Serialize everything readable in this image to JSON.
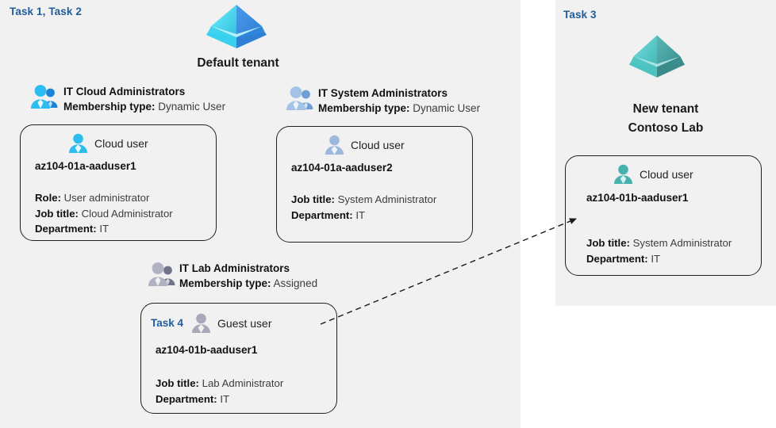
{
  "panels": {
    "left": {
      "task_label": "Task 1, Task 2"
    },
    "right": {
      "task_label": "Task 3"
    }
  },
  "tenants": {
    "default": {
      "title": "Default tenant",
      "icon": "azure-ad-pyramid-icon",
      "colors": {
        "left_face": "#50e6ff",
        "right_face": "#3e8fe0",
        "base": "#32bedd"
      }
    },
    "new": {
      "title_line1": "New  tenant",
      "title_line2": "Contoso Lab",
      "icon": "azure-ad-pyramid-icon",
      "colors": {
        "left_face": "#5ccfd0",
        "right_face": "#3f9b9c",
        "base": "#3fa8a9"
      }
    }
  },
  "groups": [
    {
      "key": "it-cloud-administrators",
      "name": "IT Cloud Administrators",
      "membership_label": "Membership type:",
      "membership_value": "Dynamic User",
      "icon": "group-users-icon",
      "icon_color": "#2bbdf0"
    },
    {
      "key": "it-system-administrators",
      "name": "IT System Administrators",
      "membership_label": "Membership type:",
      "membership_value": "Dynamic User",
      "icon": "group-users-icon",
      "icon_color": "#8fb3dd"
    },
    {
      "key": "it-lab-administrators",
      "name": "IT Lab Administrators",
      "membership_label": "Membership type:",
      "membership_value": "Assigned",
      "icon": "group-users-icon",
      "icon_color": "#a0a3b4"
    }
  ],
  "cards": [
    {
      "key": "az104-01a-aaduser1",
      "task": "",
      "user_type": "Cloud user",
      "icon": "cloud-user-icon",
      "icon_color": "#2bbdf0",
      "username": "az104-01a-aaduser1",
      "attrs": [
        {
          "label": "Role:",
          "value": "User administrator"
        },
        {
          "label": "Job title:",
          "value": "Cloud Administrator"
        },
        {
          "label": "Department:",
          "value": "IT"
        }
      ]
    },
    {
      "key": "az104-01a-aaduser2",
      "task": "",
      "user_type": "Cloud user",
      "icon": "cloud-user-icon",
      "icon_color": "#9cb8dd",
      "username": "az104-01a-aaduser2",
      "attrs": [
        {
          "label": "Job title:",
          "value": "System Administrator"
        },
        {
          "label": "Department:",
          "value": "IT"
        }
      ]
    },
    {
      "key": "az104-01b-aaduser1-guest",
      "task": "Task 4",
      "user_type": "Guest user",
      "icon": "guest-user-icon",
      "icon_color": "#a8a8b8",
      "username": "az104-01b-aaduser1",
      "attrs": [
        {
          "label": "Job title:",
          "value": "Lab Administrator"
        },
        {
          "label": "Department:",
          "value": "IT"
        }
      ]
    },
    {
      "key": "az104-01b-aaduser1-cloud",
      "task": "",
      "user_type": "Cloud user",
      "icon": "cloud-user-icon",
      "icon_color": "#45b2b0",
      "username": "az104-01b-aaduser1",
      "attrs": [
        {
          "label": "Job title:",
          "value": "System Administrator"
        },
        {
          "label": "Department:",
          "value": "IT"
        }
      ]
    }
  ],
  "connector": {
    "name": "guest-to-cloud-user-arrow",
    "style": "dashed",
    "color": "#1a1a1a",
    "from": "az104-01b-aaduser1-guest",
    "to": "az104-01b-aaduser1-cloud"
  },
  "theme": {
    "panel_bg": "#f1f1f1",
    "page_bg": "#ffffff",
    "accent_blue": "#1f5c99",
    "text_dark": "#111111",
    "text_muted": "#3d3d3d",
    "card_border": "#231f20"
  }
}
